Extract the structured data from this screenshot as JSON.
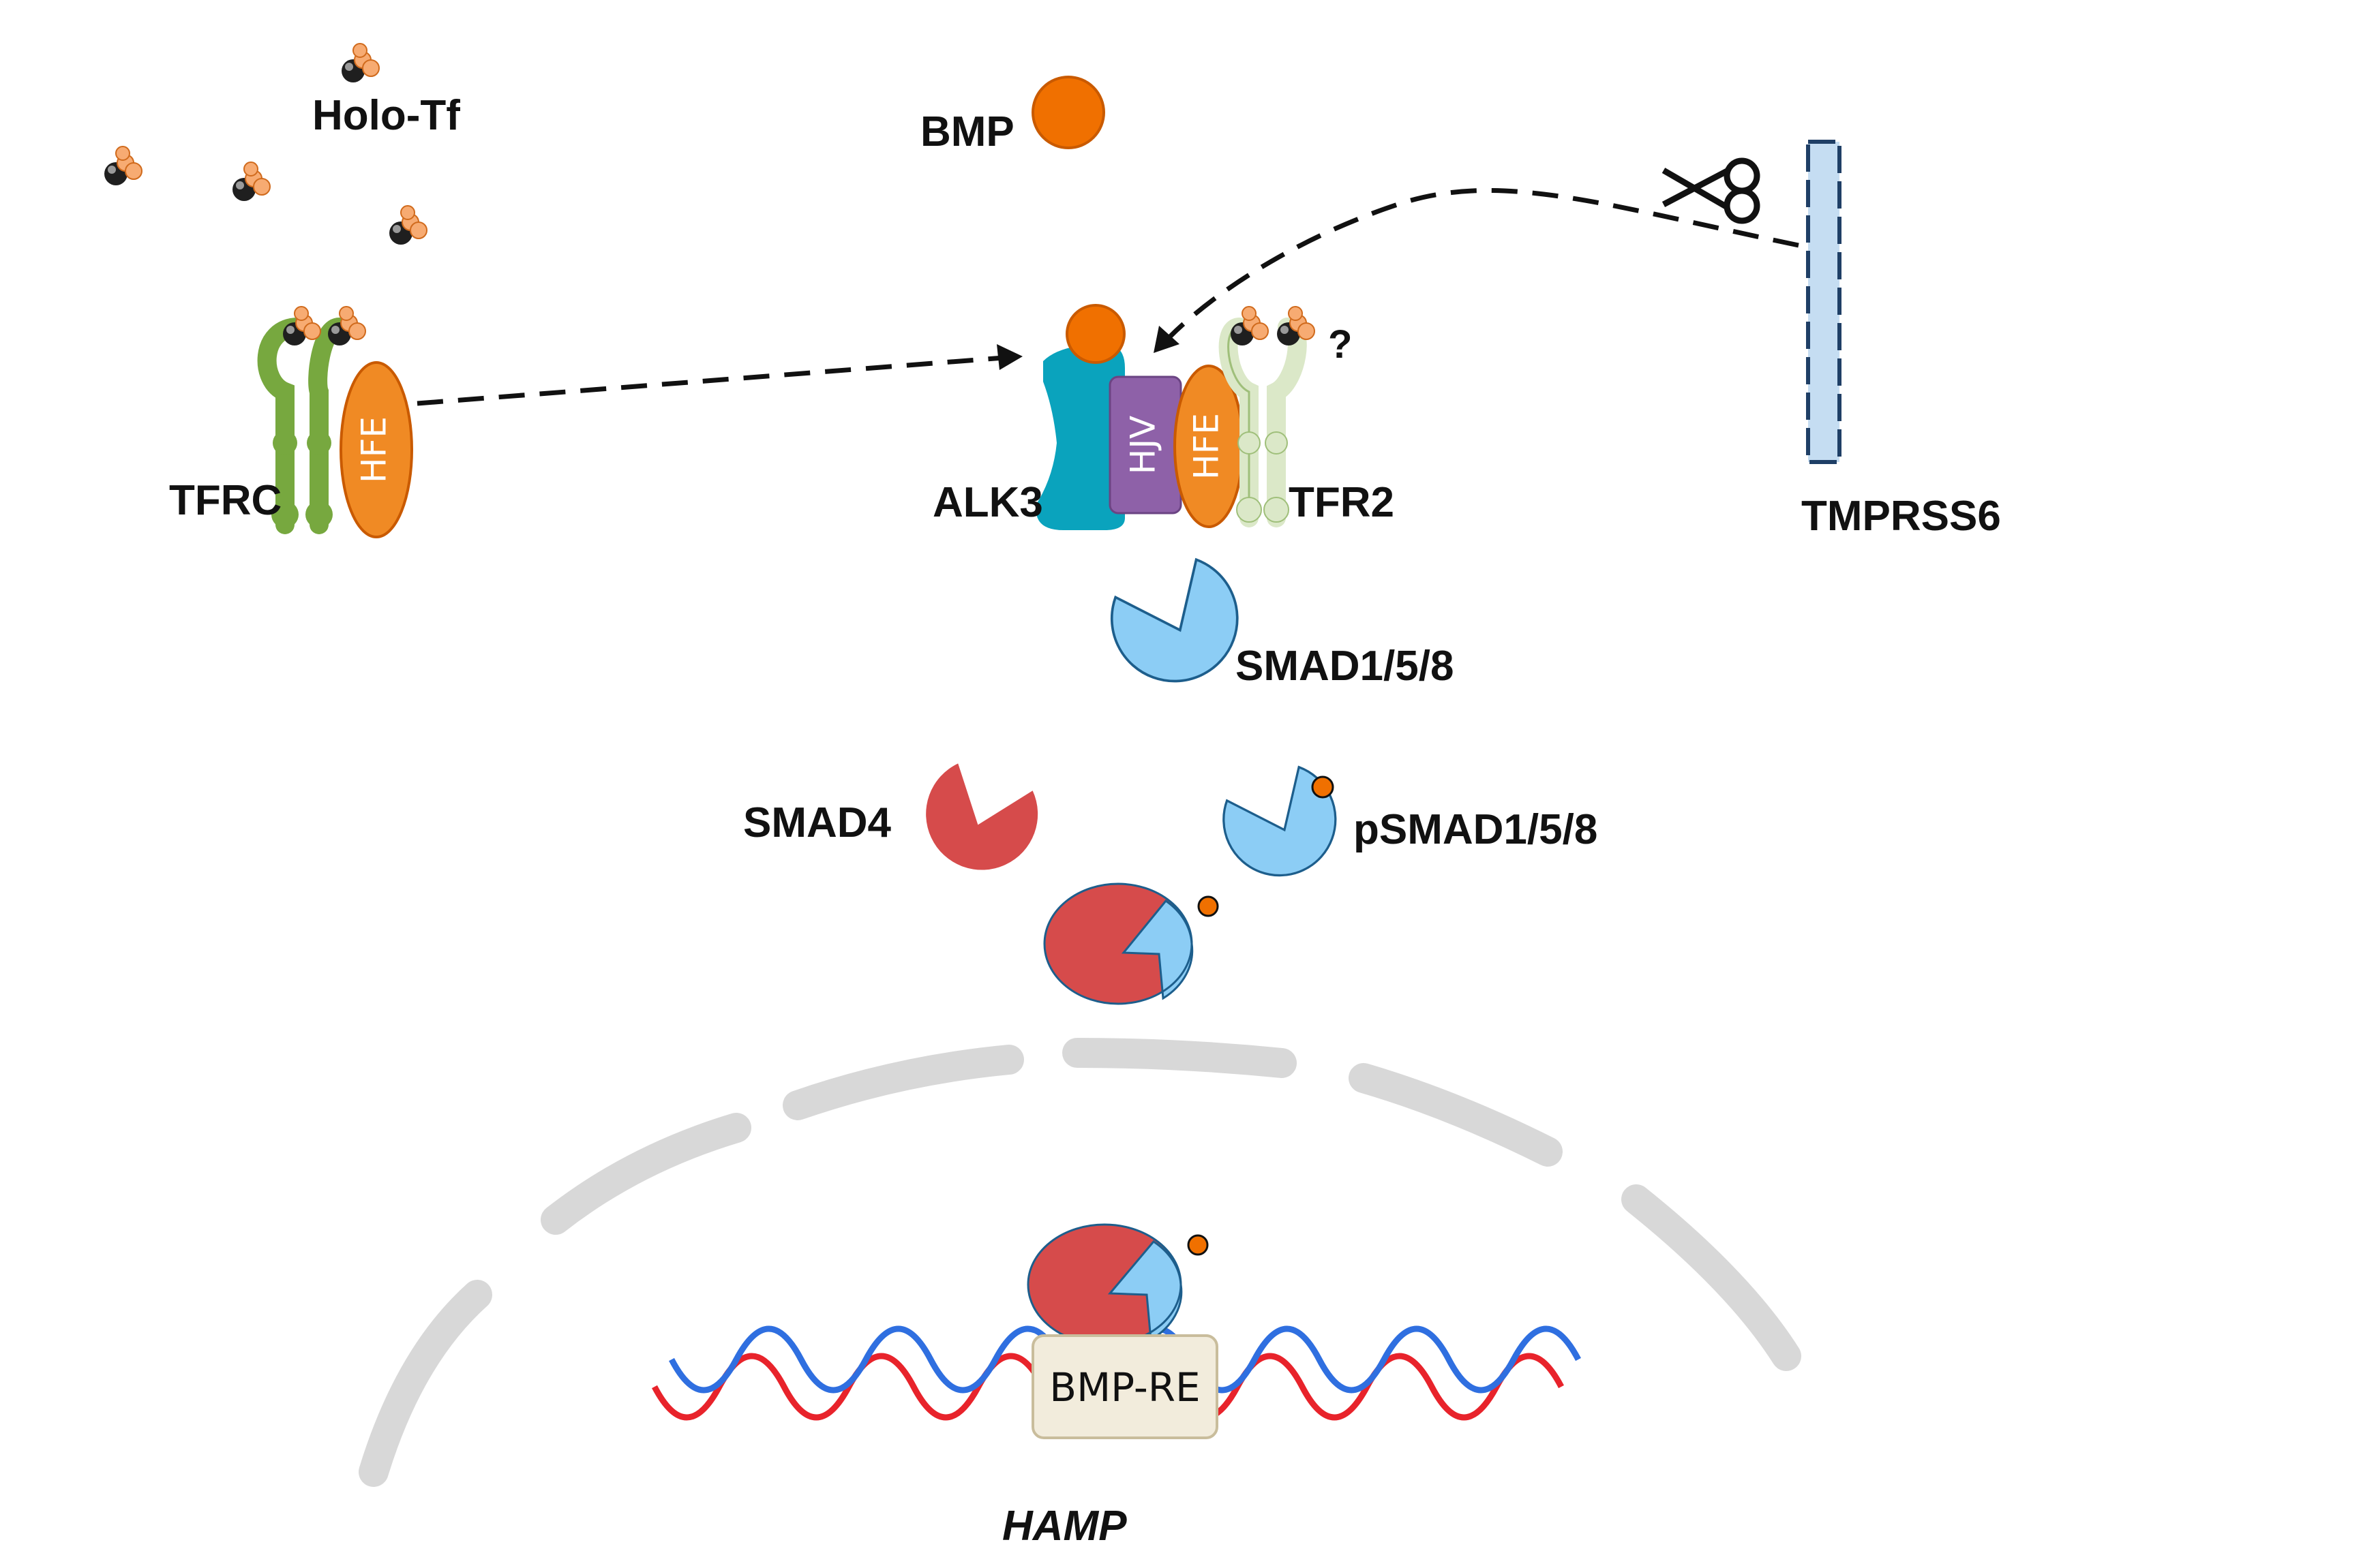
{
  "labels": {
    "holo_tf": "Holo-Tf",
    "bmp": "BMP",
    "tfrc": "TFRC",
    "hfe_left": "HFE",
    "alk3": "ALK3",
    "hjv": "HJV",
    "hfe_right": "HFE",
    "tfr2": "TFR2",
    "question": "?",
    "tmprss6": "TMPRSS6",
    "smad158": "SMAD1/5/8",
    "smad4": "SMAD4",
    "psmad158": "pSMAD1/5/8",
    "bmp_re": "BMP-RE",
    "hamp": "HAMP"
  },
  "colors": {
    "membrane": "#f08a24",
    "bmp": "#f07000",
    "tfrc": "#77a83f",
    "tfr2": "#dbe8c8",
    "hfe": "#f08a24",
    "alk3": "#0aa3bd",
    "hjv": "#8e61a8",
    "tmprss6": "#c5ddf2",
    "smad158": "#8ccdf5",
    "smad4": "#d64b4b",
    "phospho": "#f07000",
    "nucleus": "#d8d8d8",
    "dna_red": "#e8232b",
    "dna_blue": "#2f6fe0",
    "bmp_re_box": "#f2ecdc"
  },
  "icons": [
    "holo-transferrin-icon",
    "scissors-icon",
    "phosphate-icon"
  ]
}
